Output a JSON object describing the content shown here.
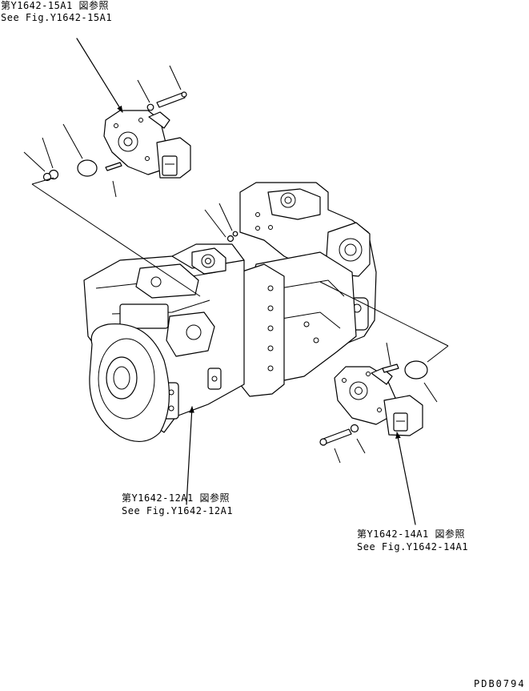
{
  "callouts": {
    "top_left": {
      "line1": "第Y1642-15A1 図参照",
      "line2": "See Fig.Y1642-15A1"
    },
    "bottom_center": {
      "line1": "第Y1642-12A1 図参照",
      "line2": "See Fig.Y1642-12A1"
    },
    "bottom_right": {
      "line1": "第Y1642-14A1 図参照",
      "line2": "See Fig.Y1642-14A1"
    }
  },
  "drawing_number": "PDB0794"
}
